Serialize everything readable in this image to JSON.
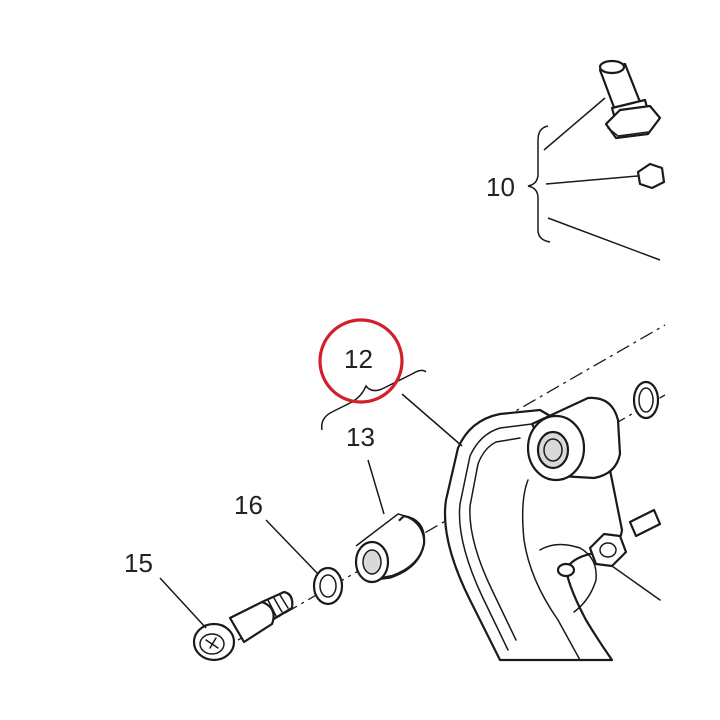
{
  "callouts": {
    "c10": "10",
    "c12": "12",
    "c13": "13",
    "c15": "15",
    "c16": "16"
  },
  "highlight": {
    "color": "#d0202a",
    "target": "12"
  }
}
